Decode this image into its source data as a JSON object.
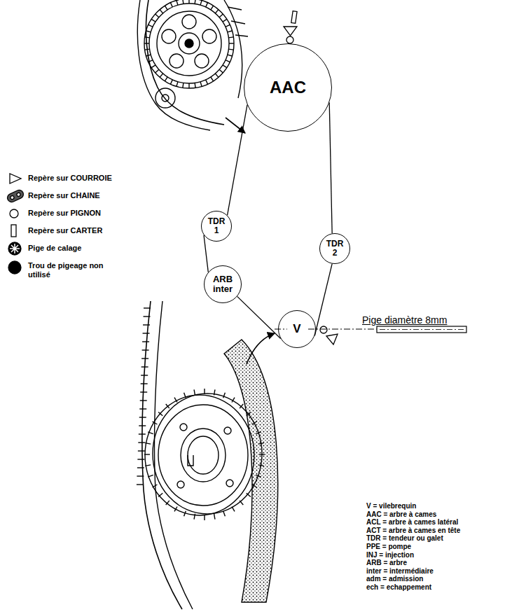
{
  "diagram": {
    "nodes": [
      {
        "text": [
          "AAC"
        ]
      },
      {
        "text": [
          "TDR 1"
        ]
      },
      {
        "text": [
          "ARB inter"
        ]
      },
      {
        "text": [
          "TDR 2"
        ]
      },
      {
        "text": [
          "V"
        ]
      }
    ],
    "edges": [
      {
        "from": 0,
        "to": 1,
        "arrow": "none"
      },
      {
        "from": 1,
        "to": 2,
        "arrow": "none"
      },
      {
        "from": 2,
        "to": 4,
        "arrow": "none"
      },
      {
        "from": 4,
        "to": 3,
        "arrow": "none"
      },
      {
        "from": 3,
        "to": 0,
        "arrow": "none"
      }
    ],
    "labels": [
      "Pige diamètre 8mm",
      "V = vilebrequin",
      "AAC = arbre à cames",
      "ACL = arbre à cames latéral",
      "ACT = arbre à cames en tête",
      "TDR = tendeur ou galet",
      "PPE = pompe",
      "INJ = injection",
      "ARB = arbre",
      "inter = intermédiaire",
      "adm = admission",
      "ech = echappement"
    ],
    "legend": [
      {
        "text": "Repère sur COURROIE"
      },
      {
        "text": "Repère sur CHAINE"
      },
      {
        "text": "Repère sur PIGNON"
      },
      {
        "text": "Repère sur CARTER"
      },
      {
        "text": "Pige de calage"
      },
      {
        "text": "Trou de pigeage non utilisé"
      }
    ]
  }
}
